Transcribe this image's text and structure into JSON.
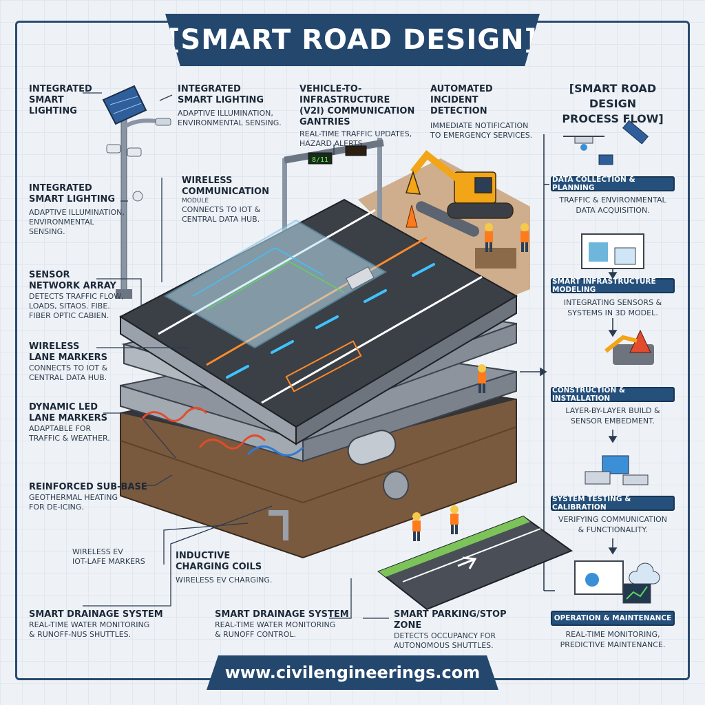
{
  "title": "[SMART ROAD DESIGN]",
  "footer": "www.civilengineerings.com",
  "left_labels": [
    {
      "h1": "INTEGRATED",
      "h2": "SMART LIGHTING",
      "d1": "",
      "d2": ""
    },
    {
      "h1": "INTEGRATED",
      "h2": "SMART LIGHTING",
      "d1": "ADAPTIVE ILLUMINATION,",
      "d2": "ENVIRONMENTAL SENSING."
    },
    {
      "h1": "SENSOR",
      "h2": "NETWORK ARRAY",
      "d1": "DETECTS TRAFFIC FLOW,",
      "d2": "LOADS, SITAOS. FIBE.",
      "d3": "FIBER OPTIC CABIEN."
    },
    {
      "h1": "WIRELESS",
      "h2": "LANE MARKERS",
      "d1": "CONNECTS TO IOT &",
      "d2": "CENTRAL DATA HUB."
    },
    {
      "h1": "DYNAMIC LED",
      "h2": "LANE MARKERS",
      "d1": "ADAPTABLE FOR",
      "d2": "TRAFFIC & WEATHER."
    },
    {
      "h1": "REINFORCED SUB-BASE",
      "h2": "",
      "d1": "GEOTHERMAL HEATING",
      "d2": "FOR DE-ICING."
    },
    {
      "h1": "",
      "h2": "",
      "d1": "WIRELESS EV",
      "d2": "IOT-LAFE MARKERS"
    },
    {
      "h1": "SMART DRAINAGE SYSTEM",
      "h2": "",
      "d1": "REAL-TIME WATER MONITORING",
      "d2": "& RUNOFF-NUS SHUTTLES."
    }
  ],
  "center_labels": [
    {
      "h1": "INTEGRATED",
      "h2": "SMART LIGHTING",
      "d1": "ADAPTIVE ILLUMINATION,",
      "d2": "ENVIRONMENTAL SENSING."
    },
    {
      "h1": "VEHICLE-TO-INFRASTRUCTURE",
      "h2": "(V2I) COMMUNICATION",
      "h3": "GANTRIES",
      "d1": "REAL-TIME TRAFFIC UPDATES,",
      "d2": "HAZARD ALERTS."
    },
    {
      "h1": "AUTOMATED",
      "h2": "INCIDENT DETECTION",
      "d1": "IMMEDIATE NOTIFICATION",
      "d2": "TO EMERGENCY SERVICES."
    },
    {
      "h1": "WIRELESS",
      "h2": "COMMUNICATION",
      "h3": "MODULE",
      "d1": "CONNECTS TO IOT &",
      "d2": "CENTRAL DATA HUB."
    },
    {
      "h1": "INDUCTIVE",
      "h2": "CHARGING COILS",
      "d1": "WIRELESS EV CHARGING.",
      "d2": ""
    },
    {
      "h1": "SMART DRAINAGE SYSTEM",
      "h2": "",
      "d1": "REAL-TIME WATER MONITORING",
      "d2": "& RUNOFF CONTROL."
    },
    {
      "h1": "SMART PARKING/STOP ZONE",
      "h2": "",
      "d1": "DETECTS OCCUPANCY FOR",
      "d2": "AUTONOMOUS SHUTTLES."
    }
  ],
  "gantry_sign": "8/11",
  "process": {
    "title1": "[SMART ROAD DESIGN",
    "title2": "PROCESS FLOW]",
    "steps": [
      {
        "label": "DATA COLLECTION & PLANNING",
        "d1": "TRAFFIC & ENVIRONMENTAL",
        "d2": "DATA ACQUISITION."
      },
      {
        "label": "SMART INFRASTRUCTURE MODELING",
        "d1": "INTEGRATING SENSORS &",
        "d2": "SYSTEMS IN 3D MODEL."
      },
      {
        "label": "CONSTRUCTION & INSTALLATION",
        "d1": "LAYER-BY-LAYER BUILD &",
        "d2": "SENSOR EMBEDMENT."
      },
      {
        "label": "SYSTEM TESTING & CALIBRATION",
        "d1": "VERIFYING COMMUNICATION",
        "d2": "& FUNCTIONALITY."
      },
      {
        "label": "OPERATION & MAINTENANCE",
        "d1": "REAL-TIME MONITORING,",
        "d2": "PREDICTIVE MAINTENANCE."
      }
    ]
  },
  "colors": {
    "navy": "#24476e",
    "asphalt": "#3b3f46",
    "led_blue": "#3ec3ff",
    "led_orange": "#ff8a2a",
    "machine": "#f2a516"
  }
}
